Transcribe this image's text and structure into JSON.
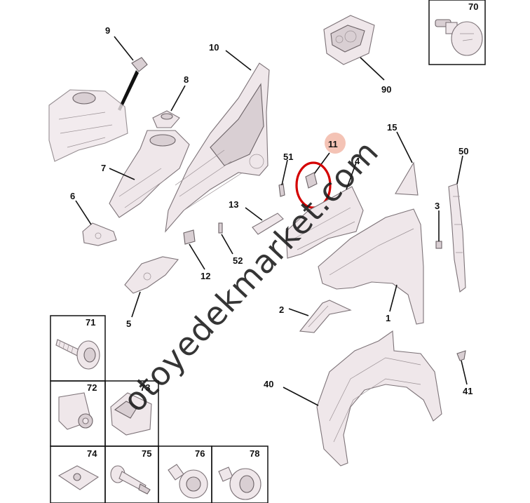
{
  "callouts": {
    "c70": "70",
    "c90": "90",
    "c9": "9",
    "c10": "10",
    "c8": "8",
    "c7": "7",
    "c6": "6",
    "c51": "51",
    "c11": "11",
    "c4": "4",
    "c15": "15",
    "c50": "50",
    "c13": "13",
    "c3": "3",
    "c52": "52",
    "c12": "12",
    "c5": "5",
    "c2": "2",
    "c1": "1",
    "c40": "40",
    "c41": "41",
    "c71": "71",
    "c72": "72",
    "c73": "73",
    "c74": "74",
    "c75": "75",
    "c76": "76",
    "c78": "78"
  },
  "watermark": "otoyedekmarket.com",
  "colors": {
    "part_fill": "#efe7ea",
    "part_stroke": "#7d7378",
    "highlight_ring": "#d40000",
    "highlight_dot": "#f2b8a8"
  }
}
